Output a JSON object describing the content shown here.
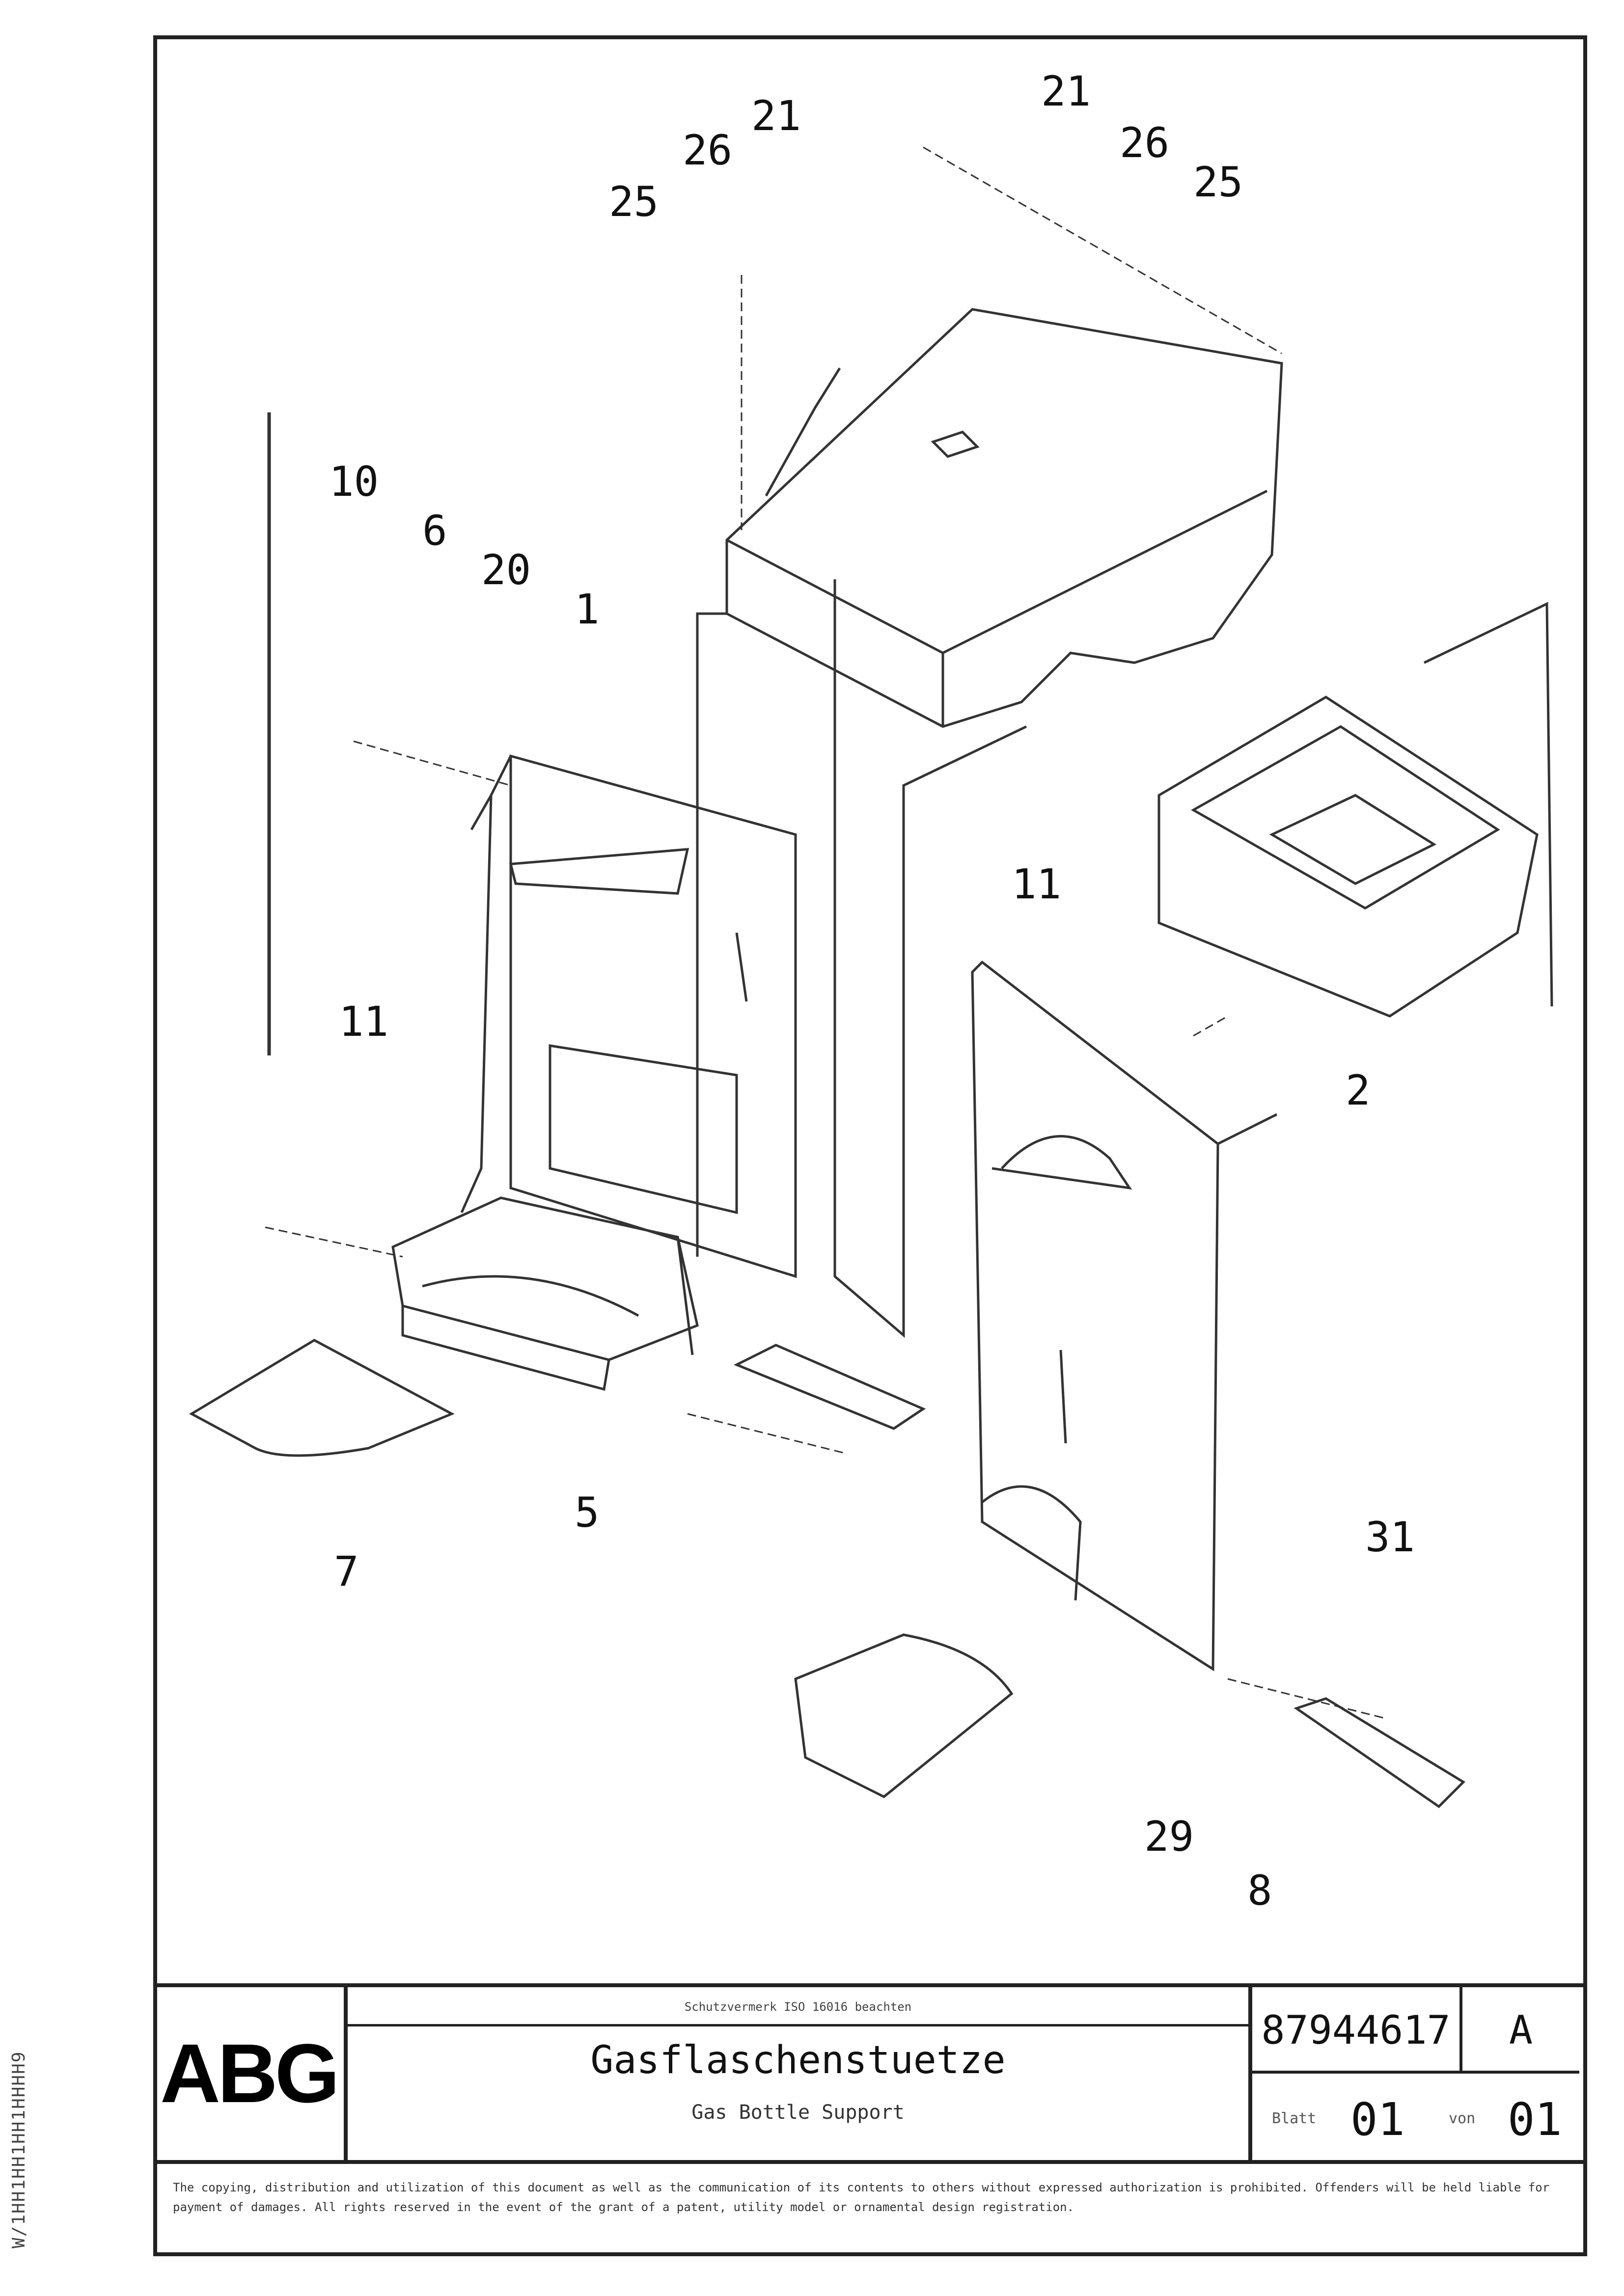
{
  "drawing": {
    "callouts": [
      "21",
      "26",
      "25",
      "26",
      "21",
      "25",
      "10",
      "6",
      "20",
      "1",
      "11",
      "11",
      "2",
      "5",
      "7",
      "31",
      "29",
      "8"
    ]
  },
  "side_code": "W/1HH1HH1HH1HHHH9",
  "title_block": {
    "logo": "ABG",
    "company": "Schutzvermerk ISO 16016 beachten",
    "title_de": "Gasflaschenstuetze",
    "title_en": "Gas Bottle Support",
    "document_number": "87944617",
    "revision": "A",
    "sheet_label": "Blatt",
    "sheet_value": "01",
    "of_label": "von",
    "of_value": "01"
  },
  "disclaimer": "The copying, distribution and utilization of this document as well as the communication of its contents to others without expressed authorization is prohibited. Offenders will be held liable for payment of damages. All rights reserved in the event of the grant of a patent, utility model or ornamental design registration."
}
